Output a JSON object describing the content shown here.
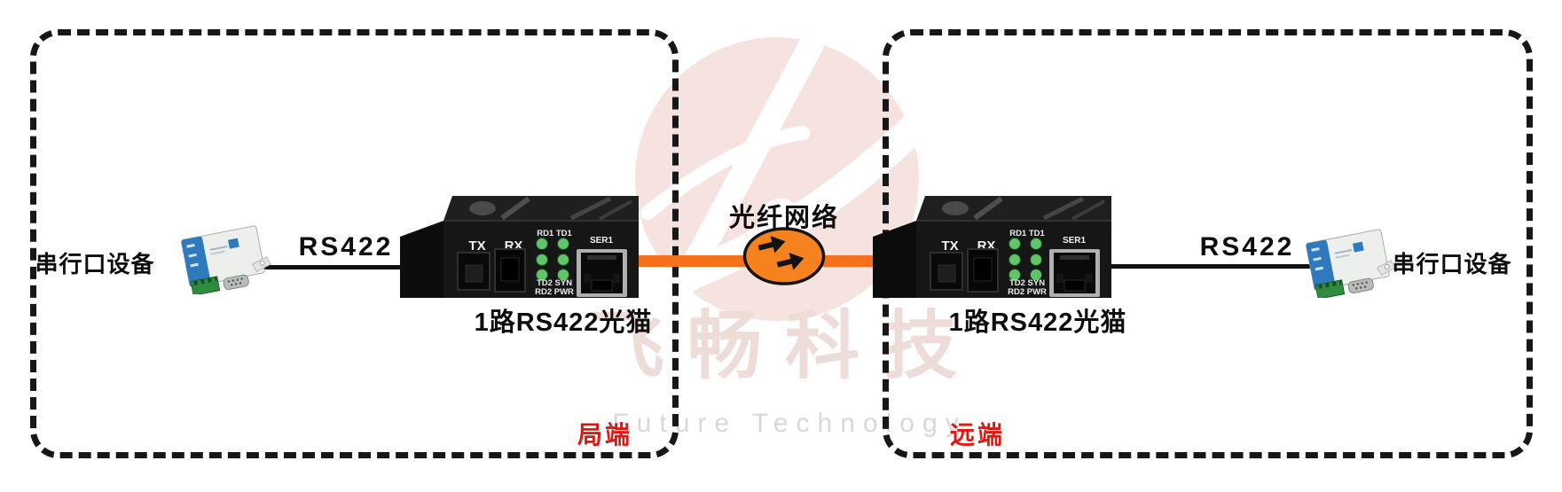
{
  "zones": {
    "left": {
      "tag": "局端"
    },
    "right": {
      "tag": "远端"
    }
  },
  "serial_device_label": "串行口设备",
  "link_label": "RS422",
  "modem_label": "1路RS422光猫",
  "fiber_label": "光纤网络",
  "modem_panel": {
    "tx": "TX",
    "rx": "RX",
    "led_row_top": "RD1 TD1",
    "led_row_mid": "TD2 SYN",
    "led_row_bottom": "RD2 PWR",
    "port": "SER1"
  },
  "watermark": {
    "brand_cn": "飞畅科技",
    "brand_en": "Future Technology"
  },
  "colors": {
    "fiber_orange": "#F5711B",
    "cloud_orange": "#F5821F",
    "zone_label_red": "#E01812",
    "led_green": "#60C468",
    "logo_pink": "#F6E3E0",
    "device_blue": "#2F7ABD"
  }
}
